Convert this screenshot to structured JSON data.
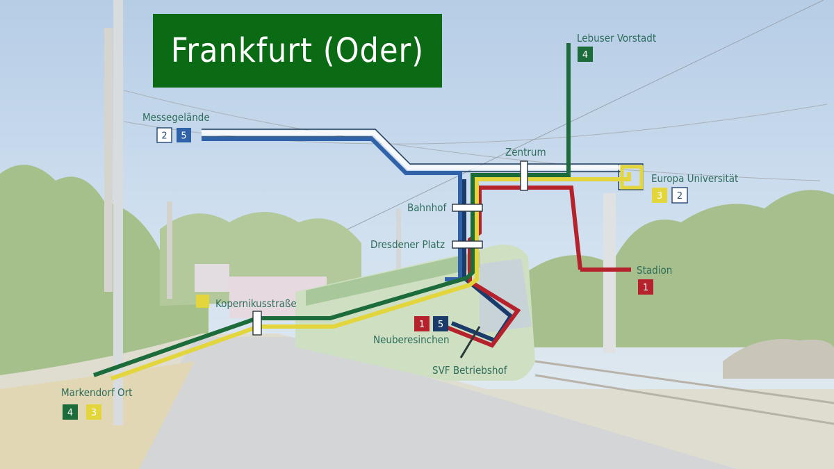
{
  "title": "Frankfurt (Oder)",
  "colors": {
    "title_bg": "#0b6b14",
    "label_text": "#2e6d5b",
    "line_1": "#b5222b",
    "line_2": "#2f62a8",
    "line_3": "#e3d53c",
    "line_4": "#1c6b3a",
    "line_5": "#1b3c6b",
    "station_box": "#ffffff"
  },
  "stations": {
    "messegelaende": "Messegelände",
    "lebuser_vorstadt": "Lebuser Vorstadt",
    "zentrum": "Zentrum",
    "europa_universitaet": "Europa Universität",
    "bahnhof": "Bahnhof",
    "dresdener_platz": "Dresdener Platz",
    "stadion": "Stadion",
    "kopernikusstrasse": "Kopernikusstraße",
    "neuberesinchen": "Neuberesinchen",
    "svf_betriebshof": "SVF Betriebshof",
    "markendorf_ort": "Markendorf Ort"
  },
  "line_badges": {
    "messe_2": "2",
    "messe_5": "5",
    "lebuser_4": "4",
    "europa_3": "3",
    "europa_2": "2",
    "stadion_1": "1",
    "neube_1": "1",
    "neube_5": "5",
    "markendorf_4": "4",
    "markendorf_3": "3"
  }
}
